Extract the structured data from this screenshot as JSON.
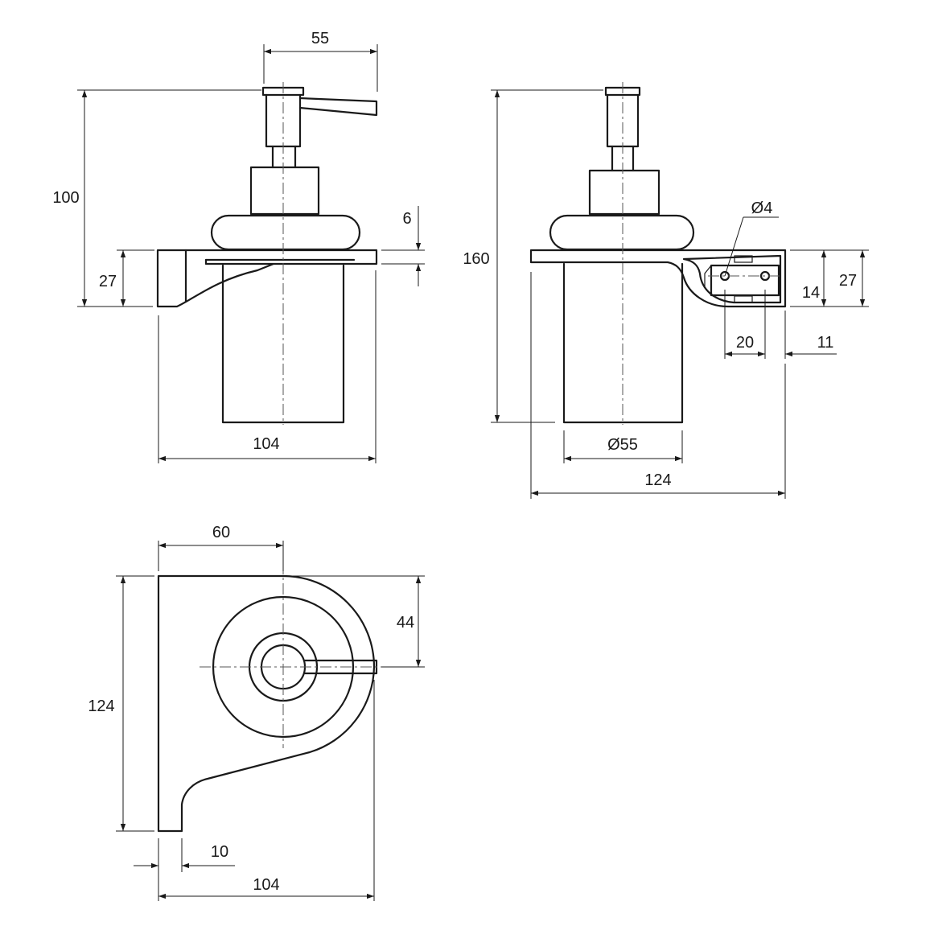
{
  "front_view": {
    "dims": {
      "spout_reach": "55",
      "height": "100",
      "bracket_height": "27",
      "plate_thickness": "6",
      "width": "104"
    }
  },
  "side_view": {
    "dims": {
      "height": "160",
      "hole_diameter": "Ø4",
      "bracket_height": "27",
      "hole_spacing_v": "14",
      "hole_spacing_h": "20",
      "hole_edge": "11",
      "container_diameter": "Ø55",
      "depth": "124"
    }
  },
  "top_view": {
    "dims": {
      "center_offset": "60",
      "spout_offset": "44",
      "depth": "124",
      "wall_thickness": "10",
      "width": "104"
    }
  }
}
